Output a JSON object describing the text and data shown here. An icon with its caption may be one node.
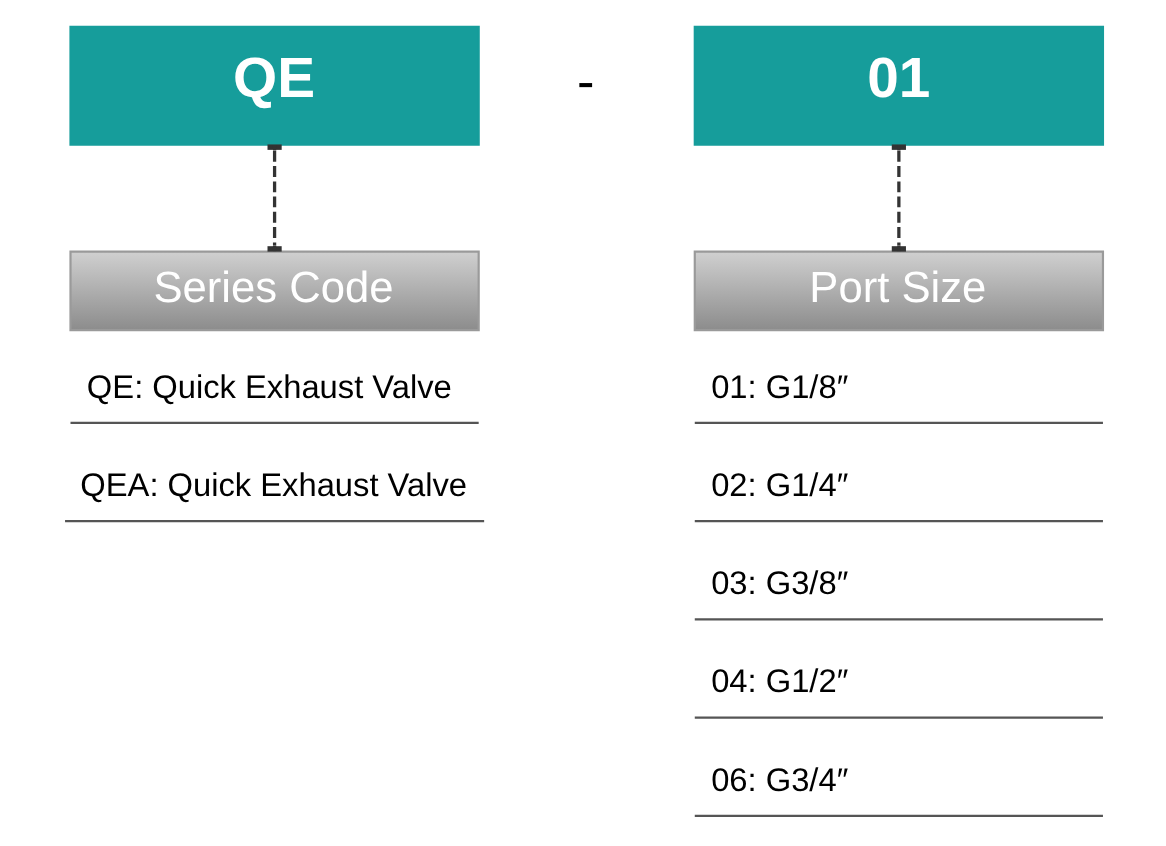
{
  "diagram": {
    "nodes": [
      {
        "text": [
          "QE"
        ]
      },
      {
        "text": [
          "01"
        ]
      },
      {
        "text": [
          "Series Code"
        ]
      },
      {
        "text": [
          "Port Size"
        ]
      }
    ],
    "edges": [
      {
        "from": 0,
        "to": 2,
        "arrow": "other",
        "style": "dashed"
      },
      {
        "from": 1,
        "to": 3,
        "arrow": "other",
        "style": "dashed"
      }
    ],
    "labels": [
      "-",
      "QE: Quick Exhaust Valve",
      "01: G1/8″",
      "QEA: Quick Exhaust Valve",
      "02: G1/4″",
      "03: G3/8″",
      "04: G1/2″",
      "06: G3/4″"
    ]
  }
}
